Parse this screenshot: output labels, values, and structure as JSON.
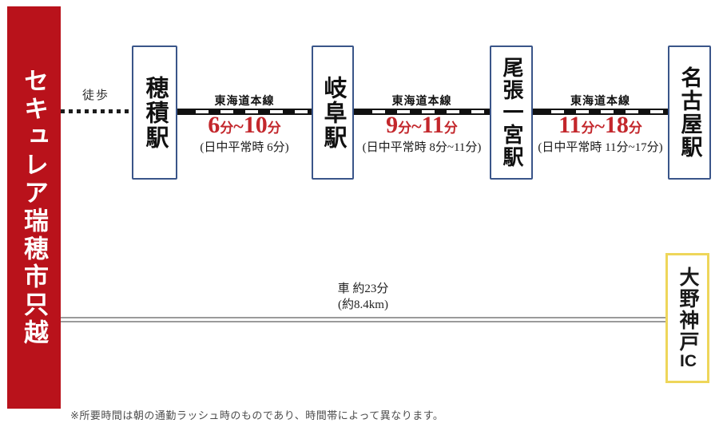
{
  "property": {
    "name": "セキュレア瑞穂市只越"
  },
  "walk": {
    "label": "徒歩"
  },
  "stations": [
    {
      "name": "穂積駅"
    },
    {
      "name": "岐阜駅"
    },
    {
      "name": "尾張一宮駅"
    },
    {
      "name": "名古屋駅"
    }
  ],
  "rail_segments": [
    {
      "line_name": "東海道本線",
      "time_from": "6",
      "separator": "~",
      "time_to": "10",
      "unit": "分",
      "note": "(日中平常時 6分)"
    },
    {
      "line_name": "東海道本線",
      "time_from": "9",
      "separator": "~",
      "time_to": "11",
      "unit": "分",
      "note": "(日中平常時 8分~11分)"
    },
    {
      "line_name": "東海道本線",
      "time_from": "11",
      "separator": "~",
      "time_to": "18",
      "unit": "分",
      "note": "(日中平常時 11分~17分)"
    }
  ],
  "drive": {
    "time_label": "車 約23分",
    "distance_label": "(約8.4km)",
    "destination_kanji": "大野神戸",
    "destination_suffix": "IC"
  },
  "footnote": "※所要時間は朝の通勤ラッシュ時のものであり、時間帯によって異なります。",
  "colors": {
    "banner_red": "#b9121b",
    "time_red": "#c3272c",
    "station_border_blue": "#3a5589",
    "ic_border_yellow": "#eed65a",
    "road_gray": "#9a9a9a"
  }
}
